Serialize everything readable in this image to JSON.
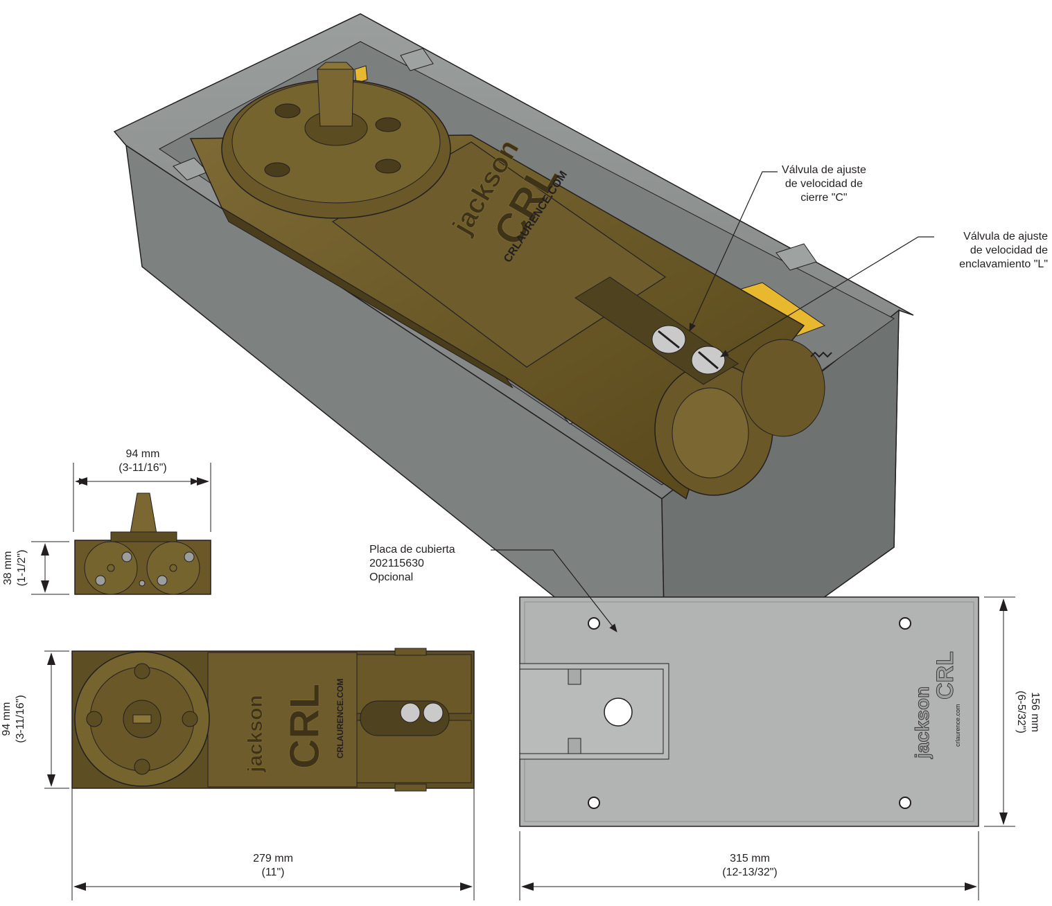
{
  "callouts": {
    "closing_valve": [
      "Válvula de ajuste",
      "de velocidad de",
      "cierre \"C\""
    ],
    "latch_valve": [
      "Válvula de ajuste",
      "de velocidad de",
      "enclavamiento \"L\""
    ],
    "cover_plate": [
      "Placa de cubierta",
      "202115630",
      "Opcional"
    ]
  },
  "dimensions": {
    "end_width": {
      "mm": "94 mm",
      "inch": "(3-11/16\")"
    },
    "end_height": {
      "mm": "38 mm",
      "inch": "(1-1/2\")"
    },
    "top_width": {
      "mm": "94 mm",
      "inch": "(3-11/16\")"
    },
    "top_length": {
      "mm": "279 mm",
      "inch": "(11\")"
    },
    "plate_width": {
      "mm": "156 mm",
      "inch": "(6-5/32\")"
    },
    "plate_length": {
      "mm": "315 mm",
      "inch": "(12-13/32\")"
    }
  },
  "branding": {
    "brand": "jackson",
    "maker": "CRL",
    "url_upper": "CRLAURENCE.COM",
    "url_lower": "crlaurence.com"
  },
  "colors": {
    "bronze": "#6b5a2a",
    "bronze_dark": "#4a3d1c",
    "steel_box": "#8e9290",
    "plate": "#b2b3b3",
    "brass": "#e8b92e"
  }
}
